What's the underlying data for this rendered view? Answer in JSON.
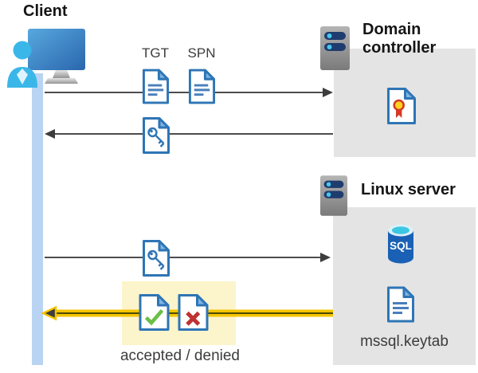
{
  "client": {
    "label": "Client"
  },
  "tickets": {
    "tgt": "TGT",
    "spn": "SPN"
  },
  "domain_controller": {
    "label": "Domain controller"
  },
  "linux_server": {
    "label": "Linux server",
    "database_label": "SQL",
    "keytab_label": "mssql.keytab"
  },
  "result_label": "accepted / denied",
  "colors": {
    "doc_border_blue": "#2e75b6",
    "doc_line_blue": "#4a7ebb",
    "monitor_blue": "#3a78c2",
    "person_cyan": "#3ab7e8",
    "server_navy": "#1e3c6e",
    "server_dot_cyan": "#49c7ec",
    "sql_body_blue": "#1a61b5",
    "sql_top_cyan": "#3cc7e2",
    "lifeline_blue": "#b9d4f2",
    "box_gray": "#e4e4e4",
    "arrow_gray": "#4d4d4d",
    "highlight_yellow": "#f5c400",
    "highlight_box_yellow": "#fcf4cb",
    "success_green": "#6abf45",
    "error_red": "#bf3232",
    "cert_gold": "#ffd21e",
    "cert_red": "#d43a24"
  }
}
